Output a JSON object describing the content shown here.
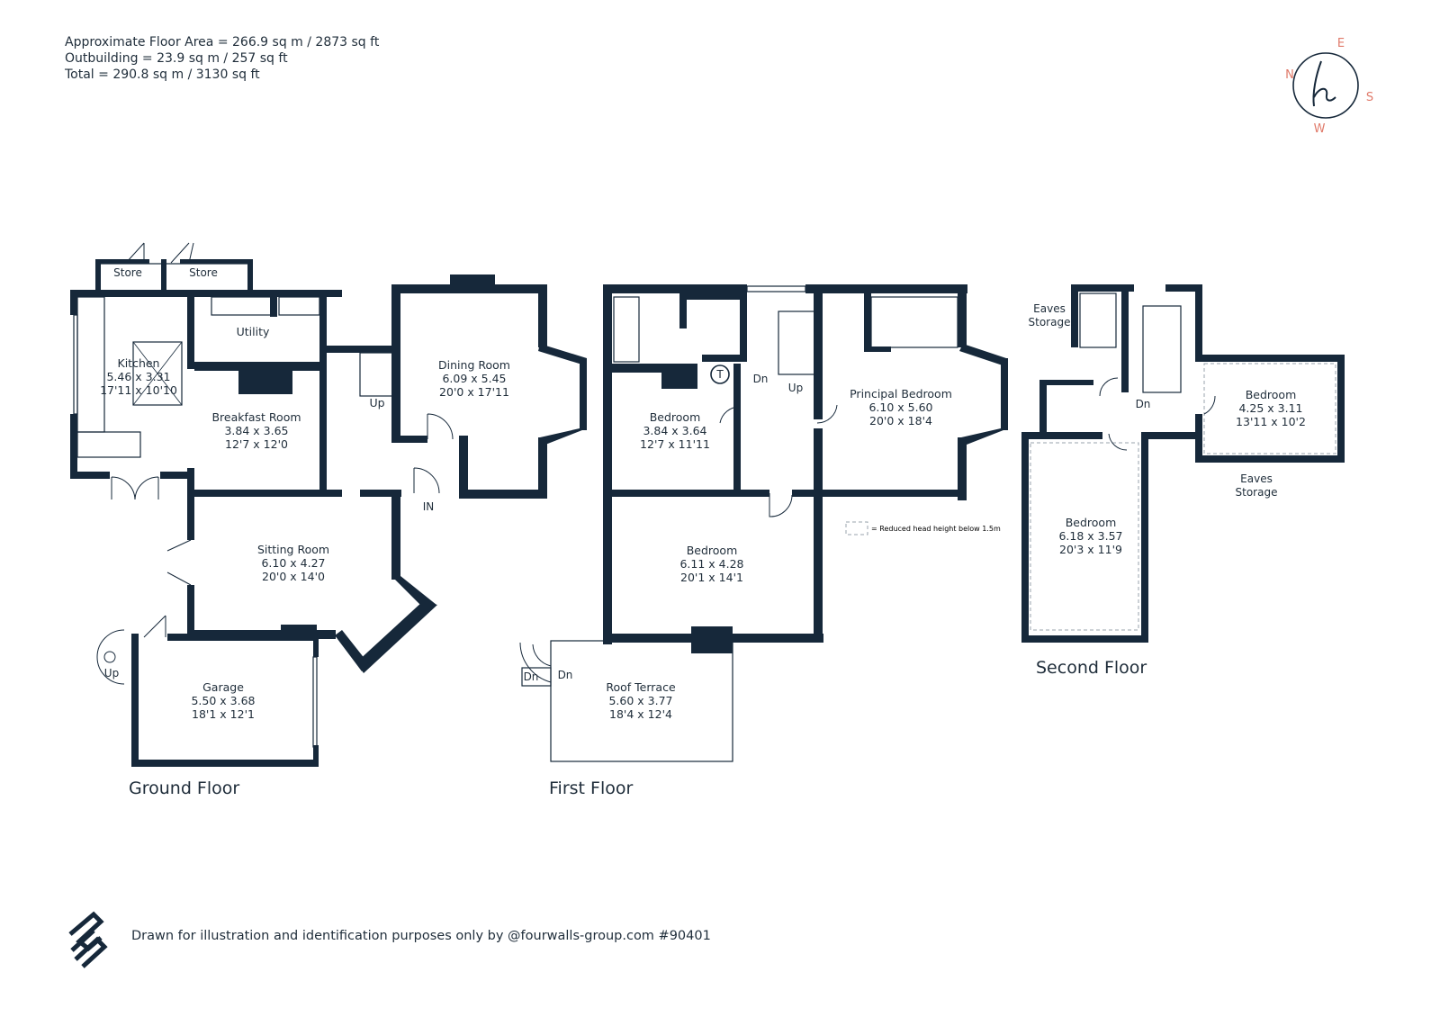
{
  "summary": {
    "line1": "Approximate Floor Area = 266.9 sq m / 2873 sq ft",
    "line2": "Outbuilding = 23.9 sq m / 257 sq ft",
    "line3": "Total = 290.8 sq m / 3130 sq ft"
  },
  "compass": {
    "n": "N",
    "e": "E",
    "s": "S",
    "w": "W"
  },
  "floors": {
    "ground": "Ground Floor",
    "first": "First Floor",
    "second": "Second Floor"
  },
  "rooms": {
    "store1": "Store",
    "store2": "Store",
    "utility": "Utility",
    "kitchen": {
      "name": "Kitchen",
      "metric": "5.46 x 3.31",
      "imperial": "17'11 x 10'10"
    },
    "breakfast": {
      "name": "Breakfast Room",
      "metric": "3.84 x 3.65",
      "imperial": "12'7 x 12'0"
    },
    "dining": {
      "name": "Dining Room",
      "metric": "6.09 x 5.45",
      "imperial": "20'0 x 17'11"
    },
    "sitting": {
      "name": "Sitting Room",
      "metric": "6.10 x 4.27",
      "imperial": "20'0 x 14'0"
    },
    "garage": {
      "name": "Garage",
      "metric": "5.50 x 3.68",
      "imperial": "18'1 x 12'1"
    },
    "ff_bed1": {
      "name": "Bedroom",
      "metric": "3.84 x 3.64",
      "imperial": "12'7 x 11'11"
    },
    "principal": {
      "name": "Principal Bedroom",
      "metric": "6.10 x 5.60",
      "imperial": "20'0 x 18'4"
    },
    "ff_bed2": {
      "name": "Bedroom",
      "metric": "6.11 x 4.28",
      "imperial": "20'1 x 14'1"
    },
    "terrace": {
      "name": "Roof Terrace",
      "metric": "5.60 x 3.77",
      "imperial": "18'4 x 12'4"
    },
    "sf_bed1": {
      "name": "Bedroom",
      "metric": "4.25 x 3.11",
      "imperial": "13'11 x 10'2"
    },
    "sf_bed2": {
      "name": "Bedroom",
      "metric": "6.18 x 3.57",
      "imperial": "20'3 x 11'9"
    },
    "eaves1": {
      "line1": "Eaves",
      "line2": "Storage"
    },
    "eaves2": {
      "line1": "Eaves",
      "line2": "Storage"
    }
  },
  "markers": {
    "up_ground_stair": "Up",
    "in": "IN",
    "up_garage": "Up",
    "dn_ff": "Dn",
    "up_ff": "Up",
    "t": "T",
    "dn_terrace1": "Dn",
    "dn_terrace2": "Dn",
    "dn_sf": "Dn"
  },
  "legend": "= Reduced head height below 1.5m",
  "footer": "Drawn for illustration and identification purposes only by @fourwalls-group.com #90401"
}
